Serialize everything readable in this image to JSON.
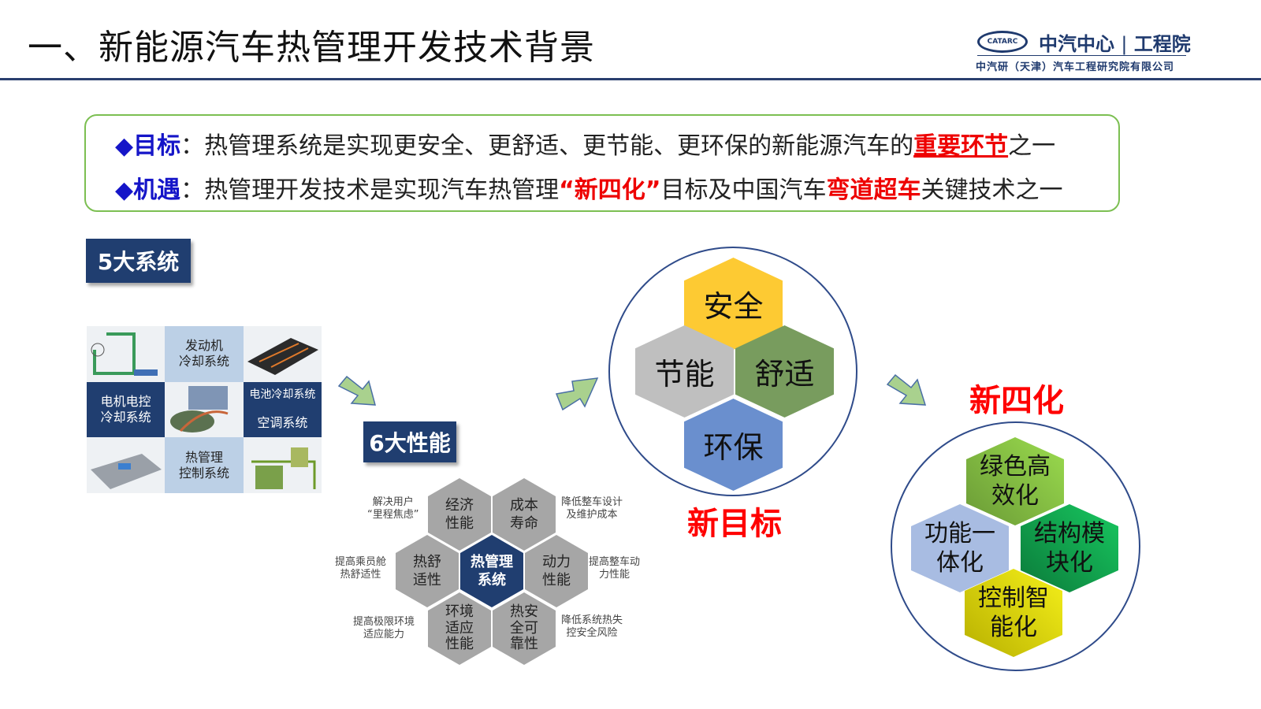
{
  "header": {
    "title": "一、新能源汽车热管理开发技术背景",
    "logo_abbr": "CATARC",
    "logo_name": "中汽中心",
    "logo_div": "工程院",
    "logo_sub": "中汽研（天津）汽车工程研究院有限公司"
  },
  "goals": {
    "line1": {
      "bullet": "◆",
      "key": "目标",
      "colon": "：",
      "text": "热管理系统是实现更安全、更舒适、更节能、更环保的新能源汽车的",
      "highlight": "重要环节",
      "tail": "之一"
    },
    "line2": {
      "bullet": "◆",
      "key": "机遇",
      "colon": "：",
      "text": "热管理开发技术是实现汽车热管理",
      "h1": "“新四化”",
      "mid": "目标及中国汽车",
      "h2": "弯道超车",
      "tail": "关键技术之一"
    }
  },
  "systems": {
    "tag": "5大系统",
    "engine": "发动机\n冷却系统",
    "motor": "电机电控\n冷却系统",
    "battery": "电池冷却系统",
    "ac": "空调系统",
    "control": "热管理\n控制系统"
  },
  "performance": {
    "tag": "6大性能",
    "center": "热管理\n系统",
    "hexes": [
      "经济\n性能",
      "成本\n寿命",
      "热舒\n适性",
      "动力\n性能",
      "环境\n适应\n性能",
      "热安\n全可\n靠性"
    ],
    "notes": [
      "解决用户\n“里程焦虑”",
      "降低整车设计\n及维护成本",
      "提高乘员舱\n热舒适性",
      "提高整车动\n力性能",
      "提高极限环境\n适应能力",
      "降低系统热失\n控安全风险"
    ]
  },
  "goals_new": {
    "label": "新目标",
    "hexes": [
      "安全",
      "节能",
      "舒适",
      "环保"
    ],
    "colors": [
      "#fdca33",
      "#bfbfbf",
      "#789c5e",
      "#6a8fce"
    ]
  },
  "four": {
    "label": "新四化",
    "hexes": [
      "绿色高\n效化",
      "功能一\n体化",
      "结构模\n块化",
      "控制智\n能化"
    ]
  }
}
